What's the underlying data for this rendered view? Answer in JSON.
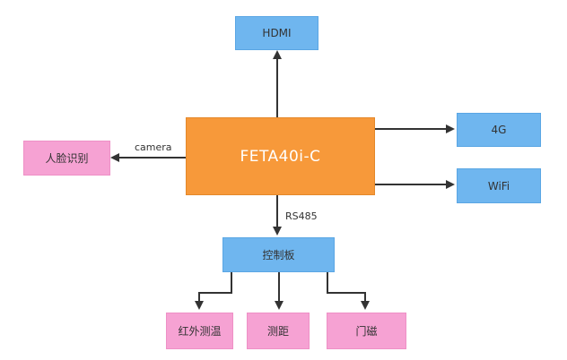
{
  "nodes": {
    "hdmi": "HDMI",
    "main": "FETA40i-C",
    "face": "人脸识别",
    "lte": "4G",
    "wifi": "WiFi",
    "control": "控制板",
    "infrared": "红外测温",
    "distance": "测距",
    "door": "门磁"
  },
  "edges": {
    "camera": "camera",
    "rs485": "RS485"
  },
  "colors": {
    "blue": "#6fb6ef",
    "pink": "#f6a2d3",
    "orange": "#f7993a",
    "line": "#333333"
  }
}
